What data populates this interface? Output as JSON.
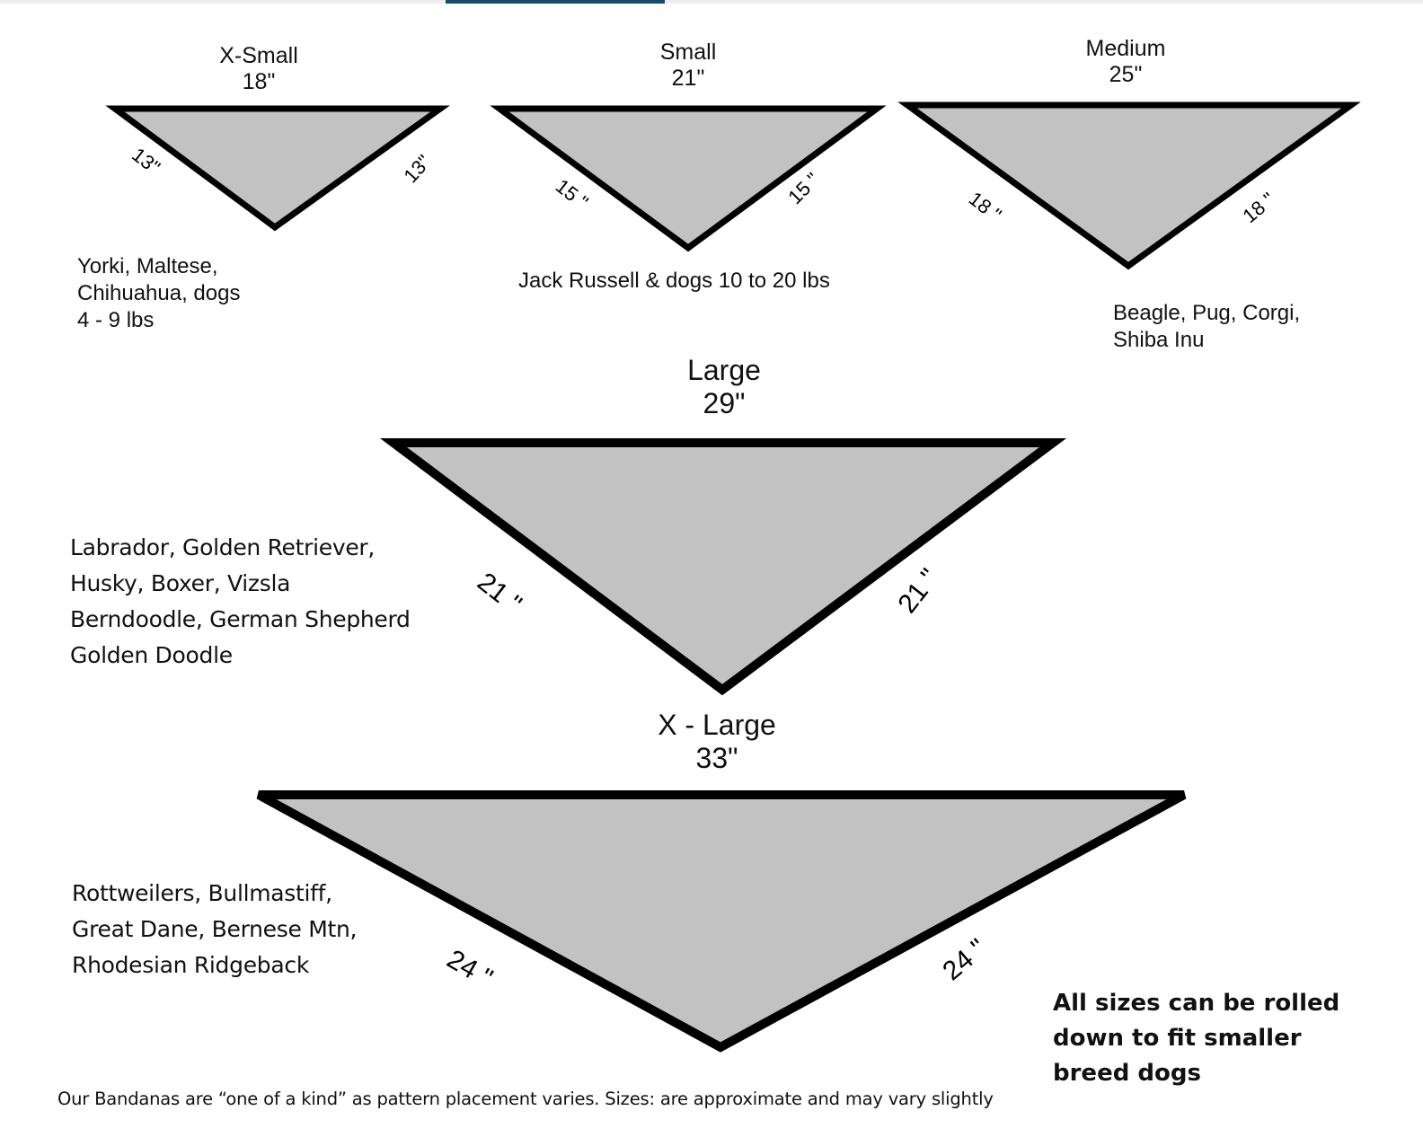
{
  "colors": {
    "accent": "#1b4a6b",
    "fabric": "#c2c2c2",
    "outline": "#000000"
  },
  "sizes": [
    {
      "name": "X-Small",
      "width": "18\"",
      "side_left": "13\"",
      "side_right": "13\"",
      "breeds": [
        "Yorki, Maltese,",
        "Chihuahua, dogs",
        "4 - 9 lbs"
      ]
    },
    {
      "name": "Small",
      "width": "21\"",
      "side_left": "15 \"",
      "side_right": "15 \"",
      "breeds": [
        "Jack Russell & dogs 10 to 20 lbs"
      ]
    },
    {
      "name": "Medium",
      "width": "25\"",
      "side_left": "18 \"",
      "side_right": "18 \"",
      "breeds": [
        "Beagle, Pug, Corgi,",
        "Shiba Inu"
      ]
    },
    {
      "name": "Large",
      "width": "29\"",
      "side_left": "21 \"",
      "side_right": "21 \"",
      "breeds": [
        "Labrador, Golden Retriever,",
        "Husky, Boxer, Vizsla",
        "Berndoodle, German Shepherd",
        "Golden Doodle"
      ]
    },
    {
      "name": "X - Large",
      "width": "33\"",
      "side_left": "24 \"",
      "side_right": "24 \"",
      "breeds": [
        "Rottweilers, Bullmastiff,",
        "Great Dane, Bernese Mtn,",
        "Rhodesian Ridgeback"
      ]
    }
  ],
  "note": [
    "All sizes can be rolled",
    "down to fit smaller",
    "breed dogs"
  ],
  "footnote": "Our Bandanas are “one of a kind” as pattern placement varies. Sizes: are approximate and may vary slightly"
}
